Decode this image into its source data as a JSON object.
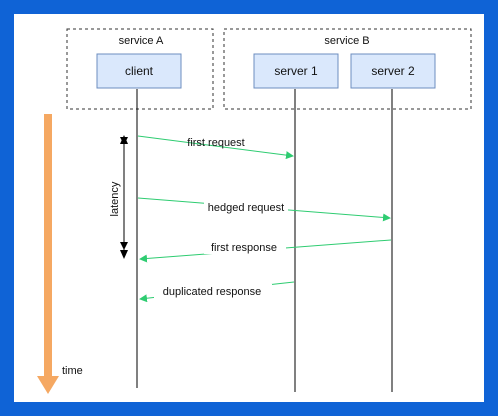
{
  "groups": {
    "service_a": "service A",
    "service_b": "service B"
  },
  "participants": {
    "client": "client",
    "server1": "server 1",
    "server2": "server 2"
  },
  "messages": {
    "first_request": "first request",
    "hedged_request": "hedged request",
    "first_response": "first response",
    "duplicated_response": "duplicated response"
  },
  "axis": {
    "latency": "latency",
    "time": "time"
  },
  "colors": {
    "background": "#0f63d6",
    "participant_fill": "#dae8fc",
    "participant_stroke": "#6c8ebf",
    "message_arrow": "#2ecc71",
    "time_arrow": "#f5a862"
  }
}
